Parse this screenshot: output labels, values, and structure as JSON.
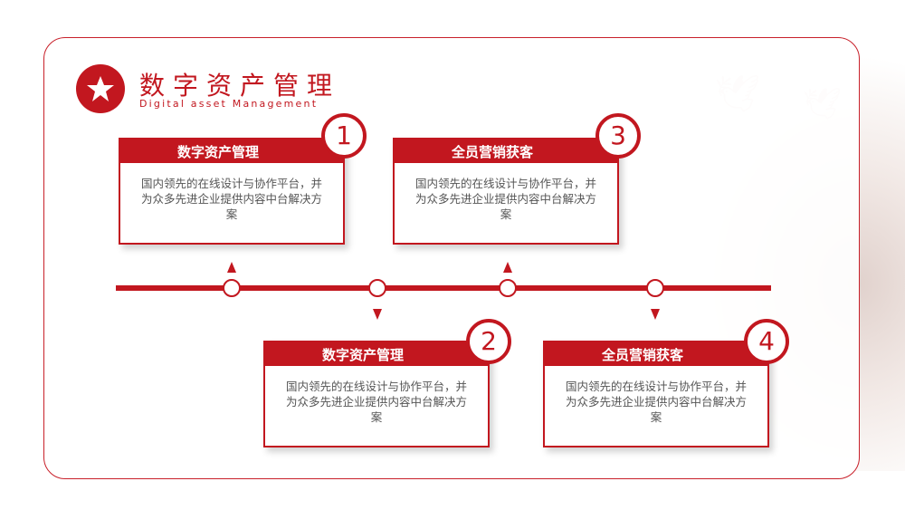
{
  "header": {
    "title": "数字资产管理",
    "subtitle": "Digital asset Management",
    "logo_icon": "star-icon"
  },
  "accent_color": "#c2171f",
  "cards": [
    {
      "number": "1",
      "title": "数字资产管理",
      "body": "国内领先的在线设计与协作平台，并为众多先进企业提供内容中台解决方案"
    },
    {
      "number": "2",
      "title": "数字资产管理",
      "body": "国内领先的在线设计与协作平台，并为众多先进企业提供内容中台解决方案"
    },
    {
      "number": "3",
      "title": "全员营销获客",
      "body": "国内领先的在线设计与协作平台，并为众多先进企业提供内容中台解决方案"
    },
    {
      "number": "4",
      "title": "全员营销获客",
      "body": "国内领先的在线设计与协作平台，并为众多先进企业提供内容中台解决方案"
    }
  ]
}
